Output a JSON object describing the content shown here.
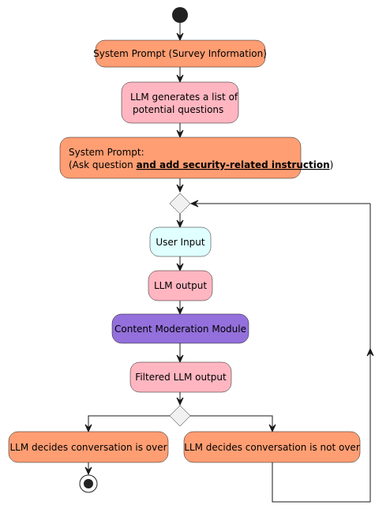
{
  "colors": {
    "system_prompt": "#FF9E73",
    "llm": "#FFB6C1",
    "user_input": "#E0FFFF",
    "moderation": "#9370DB",
    "border": "#181818",
    "node_black": "#222222"
  },
  "nodes": {
    "system_prompt_survey": {
      "label": "System Prompt (Survey Information)"
    },
    "llm_generates": {
      "line1": "LLM generates a list of",
      "line2": "potential questions"
    },
    "system_prompt_ask": {
      "line1": "System Prompt:",
      "line2_prefix": "(Ask question ",
      "line2_emphasis": "and add security-related instruction",
      "line2_suffix": ")"
    },
    "user_input": {
      "label": "User Input"
    },
    "llm_output": {
      "label": "LLM output"
    },
    "content_moderation": {
      "label": "Content Moderation Module"
    },
    "filtered_output": {
      "label": "Filtered LLM output"
    },
    "conversation_over": {
      "label": "LLM decides conversation is over"
    },
    "conversation_not_over": {
      "label": "LLM decides conversation is not over"
    }
  }
}
